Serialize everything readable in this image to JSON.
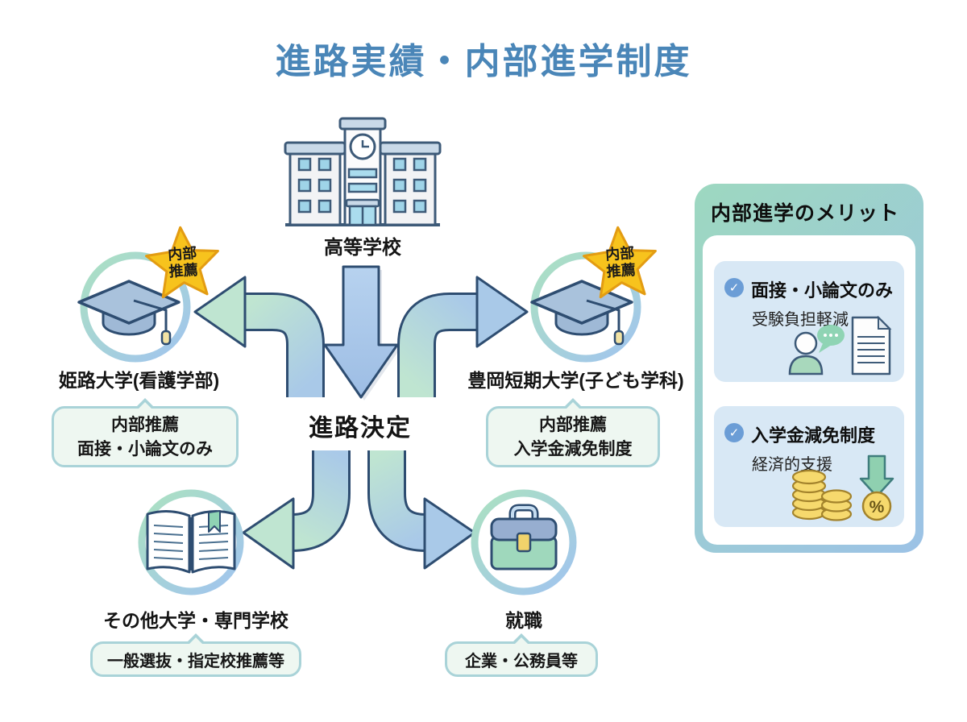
{
  "title": "進路実績・内部進学制度",
  "source": {
    "label": "高等学校"
  },
  "center": {
    "label": "進路決定"
  },
  "badge": {
    "line1": "内部",
    "line2": "推薦"
  },
  "paths": {
    "left_univ": {
      "name": "姫路大学(看護学部)",
      "bubble_line1": "内部推薦",
      "bubble_line2": "面接・小論文のみ"
    },
    "right_univ": {
      "name": "豊岡短期大学(子ども学科)",
      "bubble_line1": "内部推薦",
      "bubble_line2": "入学金減免制度"
    },
    "other_univ": {
      "name": "その他大学・専門学校",
      "bubble": "一般選抜・指定校推薦等"
    },
    "employment": {
      "name": "就職",
      "bubble": "企業・公務員等"
    }
  },
  "merits": {
    "title": "内部進学のメリット",
    "items": [
      {
        "title": "面接・小論文のみ",
        "subtitle": "受験負担軽減",
        "icon": "interview-document-icon"
      },
      {
        "title": "入学金減免制度",
        "subtitle": "経済的支援",
        "icon": "coins-discount-icon"
      }
    ]
  },
  "icons": {
    "check": "✓",
    "percent": "%"
  },
  "colors": {
    "title_blue": "#4a86b8",
    "outline_navy": "#2e4d71",
    "arrow_blue": "#a9c9e8",
    "arrow_green": "#bfe5d1",
    "star_gold": "#f7c31d",
    "star_border": "#e39c12",
    "bubble_bg": "#eef7f1",
    "bubble_border": "#a9d3d8",
    "panel_gradient_start": "#9dd8c0",
    "panel_gradient_end": "#9cc2e6",
    "card_bg": "#d8e8f5",
    "check_blue": "#6b9dd6",
    "coin_gold": "#f6d96d"
  }
}
